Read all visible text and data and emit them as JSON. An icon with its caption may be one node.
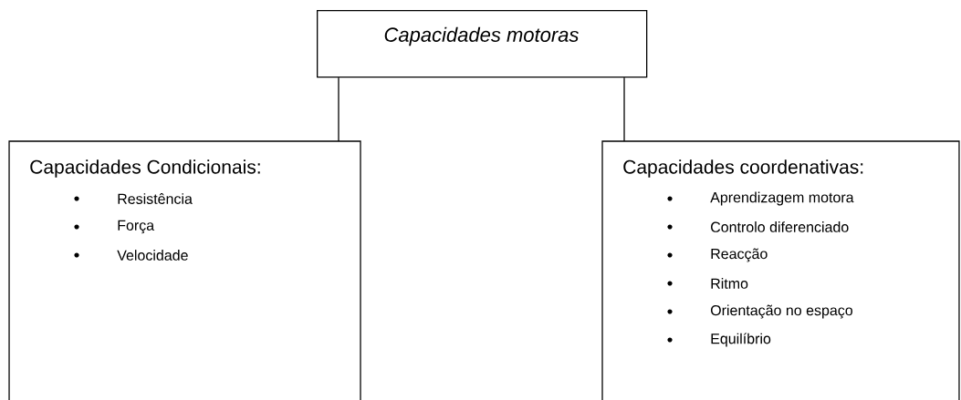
{
  "diagram": {
    "nodes": [
      {
        "text": [
          "Capacidades motoras"
        ]
      },
      {
        "text": [
          "Capacidades Condicionais:",
          "Resistência",
          "Força",
          "Velocidade"
        ]
      },
      {
        "text": [
          "Capacidades coordenativas:",
          "Aprendizagem motora",
          "Controlo diferenciado",
          "Reacção",
          "Ritmo",
          "Orientação no espaço",
          "Equilíbrio"
        ]
      }
    ],
    "edges": [
      {
        "from": 0,
        "to": 1,
        "arrow": "none"
      },
      {
        "from": 0,
        "to": 2,
        "arrow": "none"
      }
    ]
  }
}
